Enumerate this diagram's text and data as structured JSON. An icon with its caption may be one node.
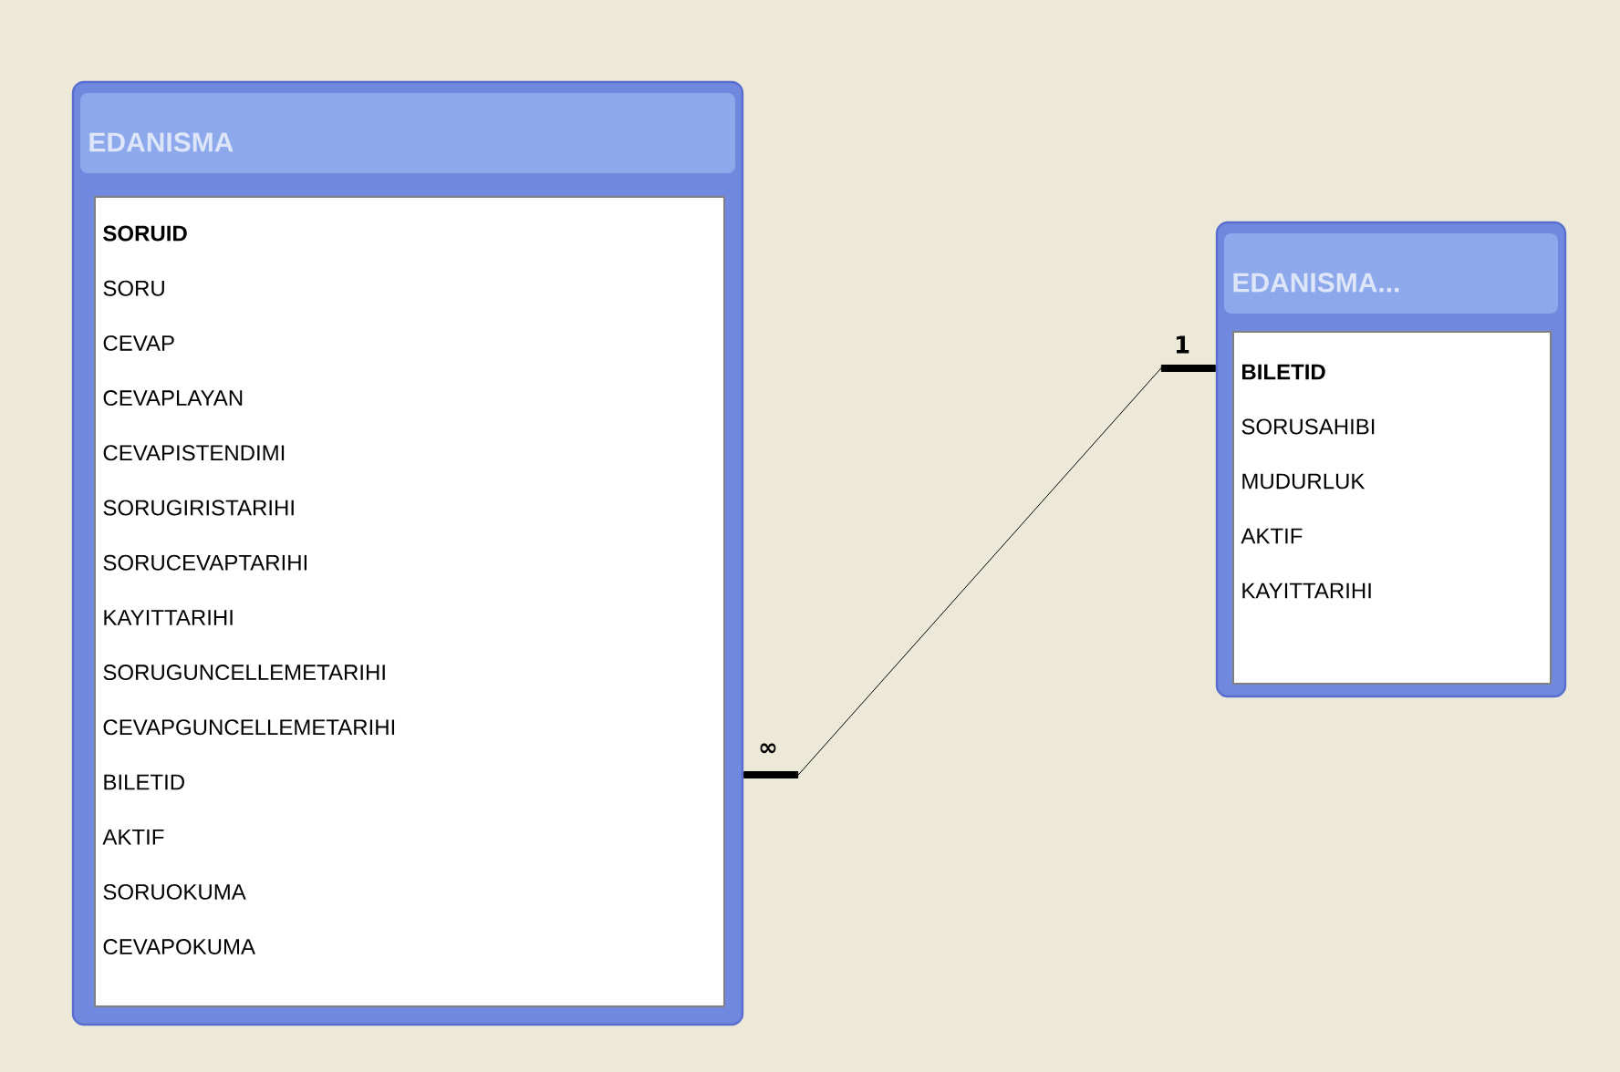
{
  "diagram": {
    "nodes": [
      {
        "text": [
          "EDANISMA",
          "SORUID",
          "SORU",
          "CEVAP",
          "CEVAPLAYAN",
          "CEVAPISTENDIMI",
          "SORUGIRISTARIHI",
          "SORUCEVAPTARIHI",
          "KAYITTARIHI",
          "SORUGUNCELLEMETARIHI",
          "CEVAPGUNCELLEMETARIHI",
          "BILETID",
          "AKTIF",
          "SORUOKUMA",
          "CEVAPOKUMA"
        ]
      },
      {
        "text": [
          "EDANISMA...",
          "BILETID",
          "SORUSAHIBI",
          "MUDURLUK",
          "AKTIF",
          "KAYITTARIHI"
        ]
      }
    ],
    "edges": [
      {
        "from": 0,
        "to": 1,
        "arrow": "other"
      }
    ],
    "labels": [
      "∞",
      "1"
    ]
  }
}
